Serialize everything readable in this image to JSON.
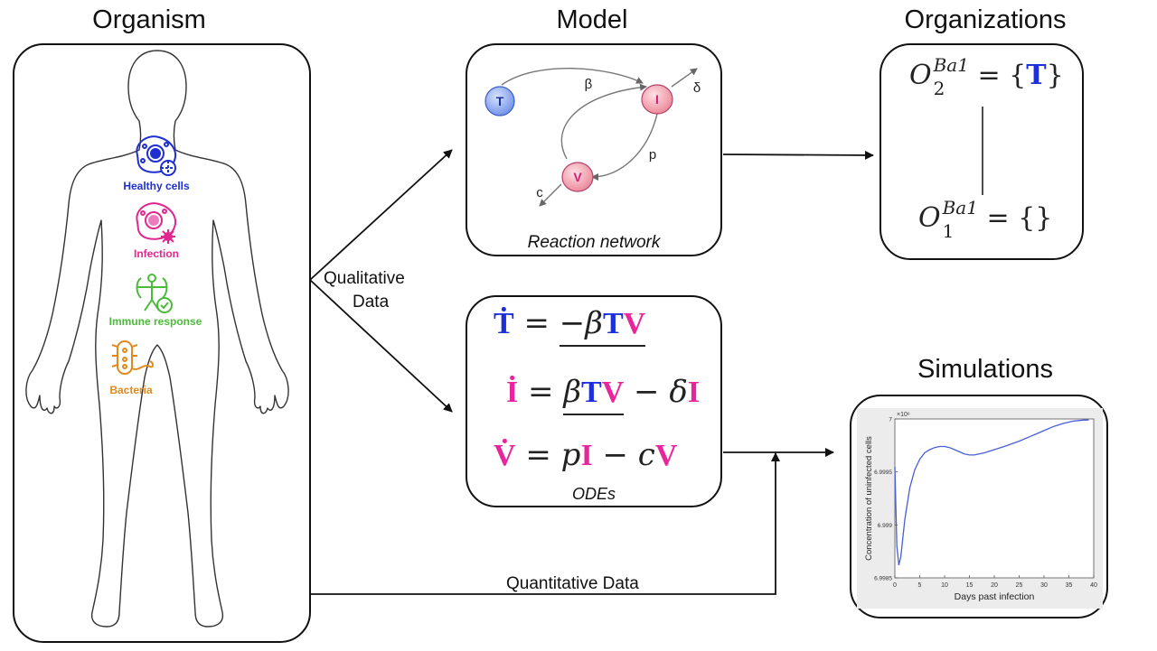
{
  "titles": {
    "organism": "Organism",
    "model": "Model",
    "organizations": "Organizations",
    "simulations": "Simulations"
  },
  "organism": {
    "components": [
      {
        "label": "Healthy cells",
        "color": "#1f2fd0",
        "icon": "healthy-cell-icon"
      },
      {
        "label": "Infection",
        "color": "#e0268f",
        "icon": "infected-cell-icon"
      },
      {
        "label": "Immune response",
        "color": "#4cbb3a",
        "icon": "immune-response-icon"
      },
      {
        "label": "Bacteria",
        "color": "#e08a1e",
        "icon": "bacteria-icon"
      }
    ]
  },
  "edges": {
    "qualitative_line1": "Qualitative",
    "qualitative_line2": "Data",
    "quantitative": "Quantitative Data"
  },
  "network": {
    "caption": "Reaction network",
    "nodes": {
      "t": "T",
      "i": "I",
      "v": "V"
    },
    "params": {
      "beta": "β",
      "delta": "δ",
      "p": "p",
      "c": "c"
    }
  },
  "odes": {
    "caption": "ODEs"
  },
  "organizations": {
    "base": "O",
    "sup": "Ba1",
    "top_sub": "2",
    "bottom_sub": "1",
    "top_set": "T"
  },
  "simulation": {
    "ylabel": "Concentration of uninfected cells",
    "xlabel": "Days past infection",
    "exponent": "×10⁶",
    "chart_data": {
      "type": "line",
      "xlabel": "Days past infection",
      "ylabel": "Concentration of uninfected cells",
      "xlim": [
        0,
        40
      ],
      "ylim": [
        6.9985,
        7
      ],
      "xticks": [
        "0",
        "5",
        "10",
        "15",
        "20",
        "25",
        "30",
        "35",
        "40"
      ],
      "yticks": [
        "6.9985",
        "6.999",
        "6.9995",
        "7"
      ],
      "series": [
        {
          "x": [
            0,
            0.4,
            0.8,
            1.2,
            2,
            3,
            4,
            5,
            6,
            7,
            8,
            9,
            10,
            11,
            12,
            13,
            14,
            15,
            16,
            18,
            20,
            22,
            25,
            28,
            30,
            32,
            34,
            36,
            38,
            39
          ],
          "values": [
            6.99955,
            6.9988,
            6.99862,
            6.9987,
            6.99905,
            6.99935,
            6.99952,
            6.99962,
            6.99968,
            6.99971,
            6.99973,
            6.99974,
            6.99974,
            6.99973,
            6.99971,
            6.99969,
            6.99967,
            6.99966,
            6.99966,
            6.99968,
            6.99971,
            6.99974,
            6.99979,
            6.99985,
            6.99989,
            6.99993,
            6.99996,
            6.99998,
            6.99999,
            6.99999
          ]
        }
      ]
    }
  }
}
